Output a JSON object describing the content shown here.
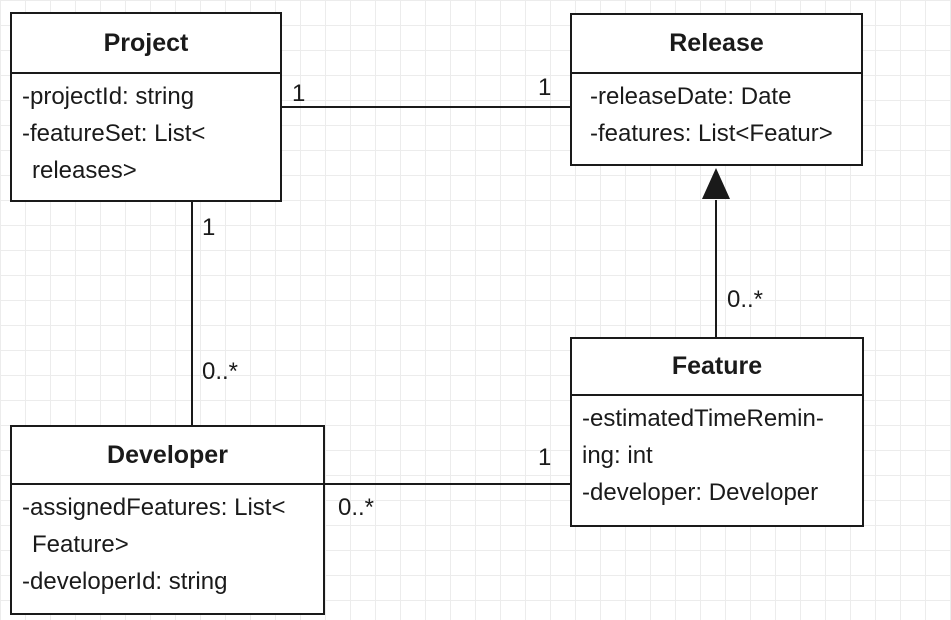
{
  "classes": {
    "project": {
      "name": "Project",
      "attributes": [
        "-projectId: string",
        "-featureSet:  List<",
        "releases>"
      ]
    },
    "release": {
      "name": "Release",
      "attributes": [
        "-releaseDate: Date",
        "-features: List<Featur>"
      ]
    },
    "developer": {
      "name": "Developer",
      "attributes": [
        "-assignedFeatures: List<",
        "Feature>",
        "-developerId: string"
      ]
    },
    "feature": {
      "name": "Feature",
      "attributes": [
        "-estimatedTimeRemin-",
        "ing: int",
        "-developer: Developer"
      ]
    }
  },
  "relationships": {
    "project_release": {
      "project_end": "1",
      "release_end": "1"
    },
    "project_developer": {
      "project_end": "1",
      "developer_end": "0..*"
    },
    "developer_feature": {
      "developer_end": "0..*",
      "feature_end": "1"
    },
    "feature_release": {
      "feature_end": "0..*"
    }
  }
}
